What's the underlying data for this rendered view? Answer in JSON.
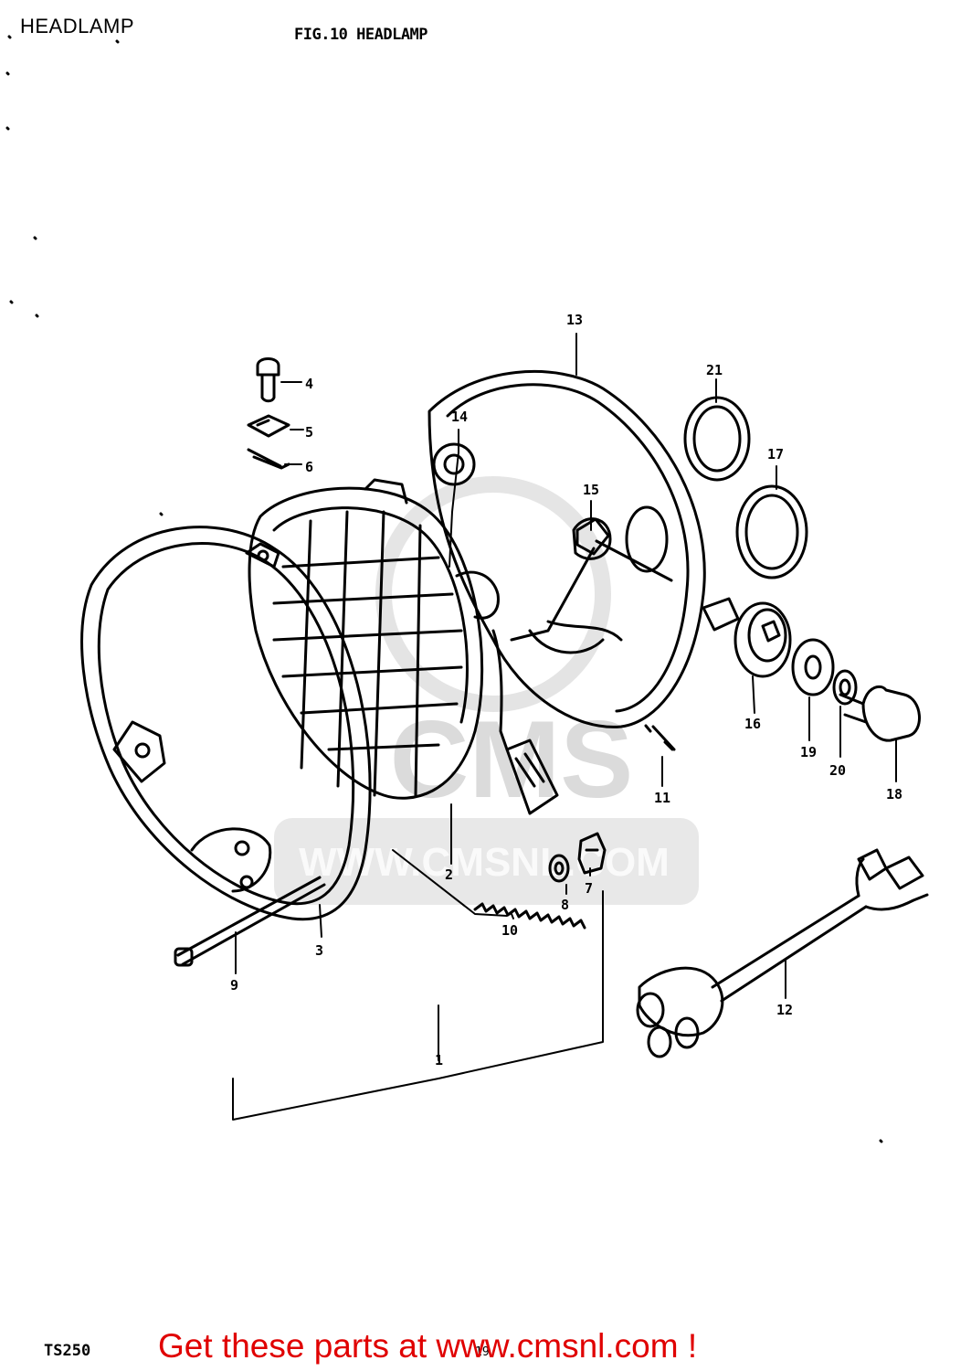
{
  "page": {
    "title": "HEADLAMP",
    "figure_caption": "FIG.10  HEADLAMP",
    "model_code": "TS250",
    "page_code": "19",
    "promo_link": "Get these parts at www.cmsnl.com !",
    "watermark_text": "CMS",
    "watermark_url": "WWW.CMSNL.COM"
  },
  "callouts": [
    "1",
    "2",
    "3",
    "4",
    "5",
    "6",
    "7",
    "8",
    "9",
    "10",
    "11",
    "12",
    "13",
    "14",
    "15",
    "16",
    "17",
    "18",
    "19",
    "20",
    "21"
  ],
  "colors": {
    "ink": "#000000",
    "link": "#e00000",
    "watermark": "#d8d8d8",
    "background": "#ffffff"
  }
}
